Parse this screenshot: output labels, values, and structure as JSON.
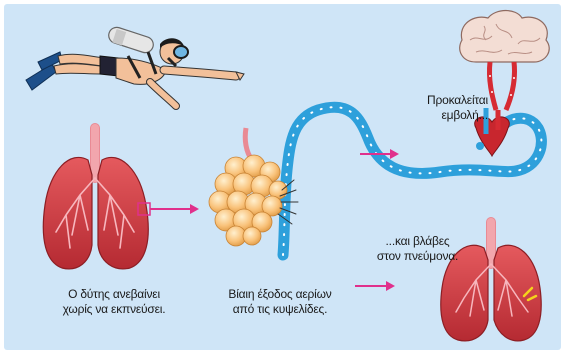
{
  "captions": {
    "diver_ascends": "Ο δύτης ανεβαίνει\nχωρίς να εκπνεύσει.",
    "gas_exit": "Βίαιη έξοδος αερίων\nαπό τις κυψελίδες.",
    "embolism": "Προκαλείται\nεμβολή...",
    "lung_damage": "...και βλάβες\nστον πνεύμονα."
  },
  "colors": {
    "background": "#cfe5f7",
    "lung": "#d43a40",
    "trachea": "#f2a6ad",
    "alveoli": "#f9c27a",
    "vessel": "#2ea0db",
    "arrow": "#e0308c",
    "brain": "#f3ddd4"
  }
}
